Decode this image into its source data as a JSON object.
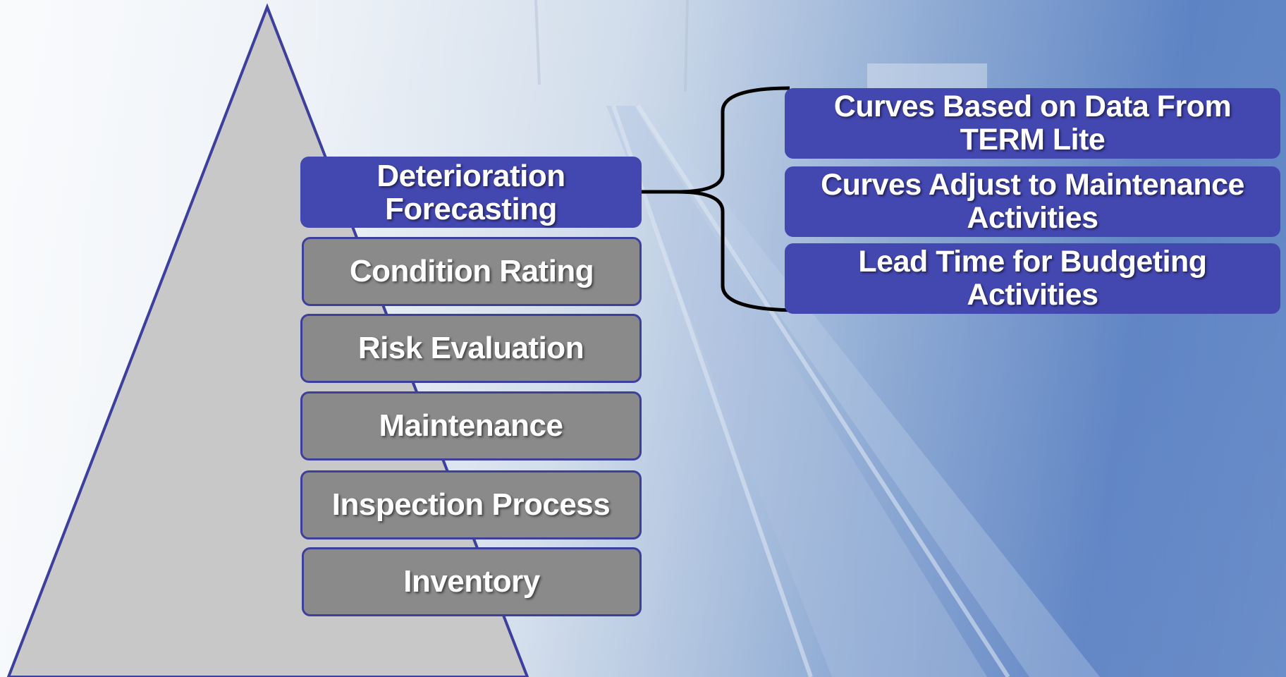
{
  "pyramid": {
    "highlighted_level": "Deterioration Forecasting",
    "levels": [
      {
        "line1": "Deterioration",
        "line2": "Forecasting"
      },
      {
        "label": "Condition Rating"
      },
      {
        "label": "Risk Evaluation"
      },
      {
        "label": "Maintenance"
      },
      {
        "label": "Inspection Process"
      },
      {
        "label": "Inventory"
      }
    ]
  },
  "details": [
    {
      "line1": "Curves Based on Data From",
      "line2": "TERM Lite"
    },
    {
      "line1": "Curves Adjust to Maintenance",
      "line2": "Activities"
    },
    {
      "line1": "Lead Time for Budgeting",
      "line2": "Activities"
    }
  ],
  "colors": {
    "highlight": "#4347b0",
    "level_fill": "#8a8a8a",
    "border": "#3c3f9c",
    "pyramid_fill": "#c8c8c8"
  }
}
